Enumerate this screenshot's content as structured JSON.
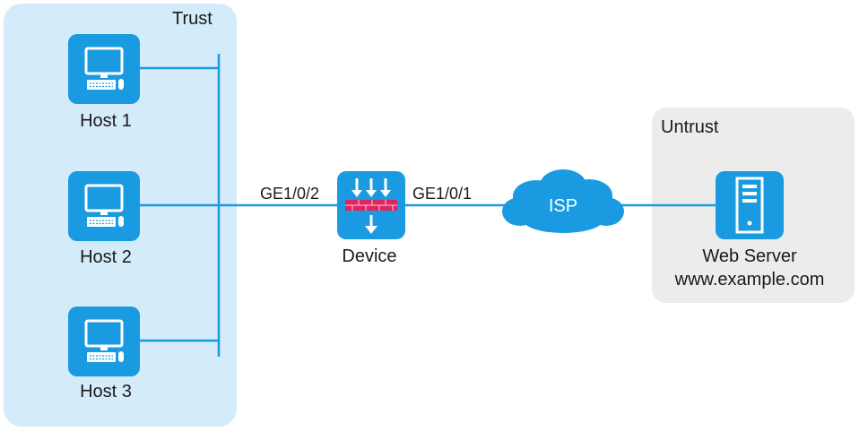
{
  "zones": {
    "trust": "Trust",
    "untrust": "Untrust"
  },
  "hosts": [
    {
      "label": "Host 1"
    },
    {
      "label": "Host 2"
    },
    {
      "label": "Host 3"
    }
  ],
  "device": {
    "label": "Device",
    "port_left": "GE1/0/2",
    "port_right": "GE1/0/1"
  },
  "isp": {
    "label": "ISP"
  },
  "server": {
    "label": "Web Server",
    "domain": "www.example.com"
  },
  "colors": {
    "zone_trust": "#d4ebfa",
    "zone_untrust": "#ececec",
    "link": "#1a9ae0",
    "icon": "#1a9ae0",
    "firewall_bar": "#e0245e"
  }
}
